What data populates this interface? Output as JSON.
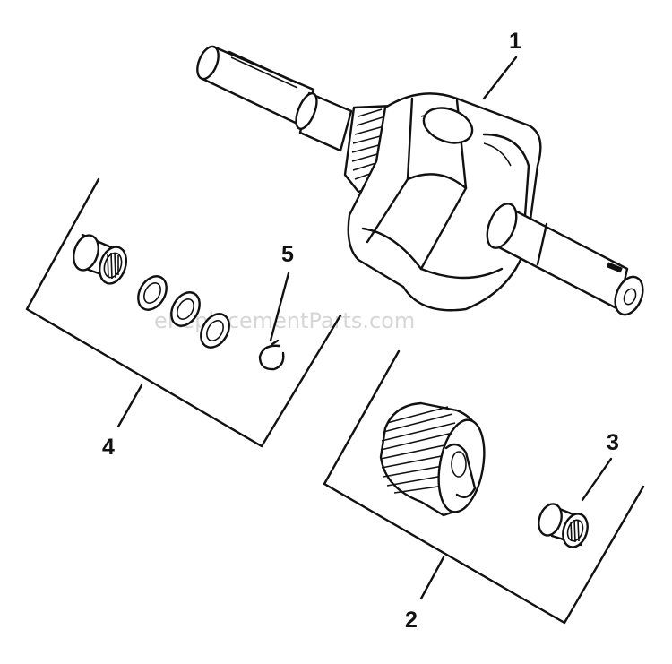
{
  "diagram": {
    "watermark": "eReplacementParts.com",
    "callouts": [
      {
        "id": "1",
        "label": "1"
      },
      {
        "id": "2",
        "label": "2"
      },
      {
        "id": "3",
        "label": "3"
      },
      {
        "id": "4",
        "label": "4"
      },
      {
        "id": "5",
        "label": "5"
      }
    ]
  },
  "colors": {
    "ink": "#111111",
    "background": "#ffffff",
    "watermark": "#c9c9c9"
  }
}
